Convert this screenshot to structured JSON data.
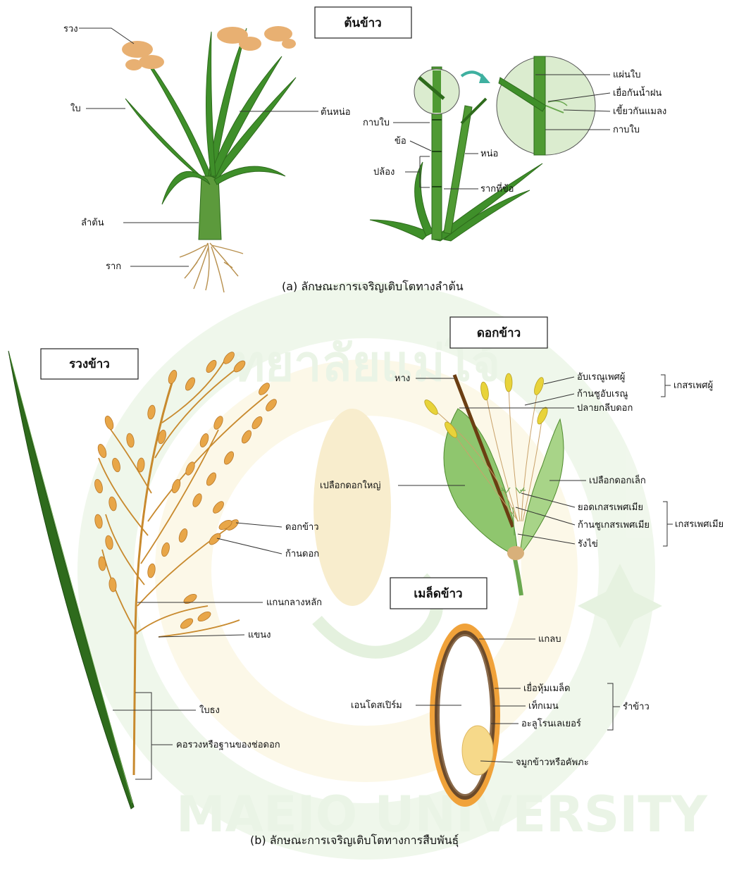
{
  "colors": {
    "leaf_dark": "#2e6b1c",
    "leaf": "#3f8f2a",
    "grain": "#e8a648",
    "stem": "#c88a2e",
    "husk_light": "#8fc66e",
    "anther": "#e8d33a",
    "root": "#b8904e",
    "watermark_green": "#d6ebcf",
    "watermark_gold": "#f5e3a6"
  },
  "watermark": {
    "text_top": "ทยาลัยแม่โจ้",
    "text_bottom": "MAEJO UNIVERSITY"
  },
  "part_a": {
    "title": "ต้นข้าว",
    "caption": "(a) ลักษณะการเจริญเติบโตทางลำต้น",
    "labels": {
      "panicle": "รวง",
      "leaf": "ใบ",
      "tiller": "ต้นหน่อ",
      "culm": "ลำต้น",
      "root": "ราก",
      "leaf_sheath": "กาบใบ",
      "node": "ข้อ",
      "internode": "ปล้อง",
      "bud": "หน่อ",
      "nodal_root": "รากที่ข้อ",
      "leaf_blade": "แผ่นใบ",
      "ligule": "เยื่อกันน้ำฝน",
      "auricle": "เขี้ยวกันแมลง",
      "sheath_zoom": "กาบใบ"
    }
  },
  "part_b": {
    "caption": "(b) ลักษณะการเจริญเติบโตทางการสืบพันธุ์",
    "panicle_box": {
      "title": "รวงข้าว",
      "labels": {
        "spikelet": "ดอกข้าว",
        "pedicel": "ก้านดอก",
        "main_axis": "แกนกลางหลัก",
        "branch": "แขนง",
        "flag_leaf": "ใบธง",
        "panicle_base": "คอรวงหรือฐานของช่อดอก"
      }
    },
    "flower_box": {
      "title": "ดอกข้าว",
      "labels": {
        "awn": "หาง",
        "anther": "อับเรณูเพศผู้",
        "filament": "ก้านชูอับเรณู",
        "stamen_group": "เกสรเพศผู้",
        "lemma_tip": "ปลายกลีบดอก",
        "lemma": "เปลือกดอกใหญ่",
        "palea": "เปลือกดอกเล็ก",
        "stigma": "ยอดเกสรเพศเมีย",
        "style": "ก้านชูเกสรเพศเมีย",
        "pistil_group": "เกสรเพศเมีย",
        "ovary": "รังไข่"
      }
    },
    "seed_box": {
      "title": "เมล็ดข้าว",
      "labels": {
        "hull": "แกลบ",
        "pericarp": "เยื่อหุ้มเมล็ด",
        "testa": "เท็กเมน",
        "aleurone": "อะลูโรนเลเยอร์",
        "bran_group": "รำข้าว",
        "endosperm": "เอนโดสเปิร์ม",
        "embryo": "จมูกข้าวหรือคัพภะ"
      }
    }
  }
}
